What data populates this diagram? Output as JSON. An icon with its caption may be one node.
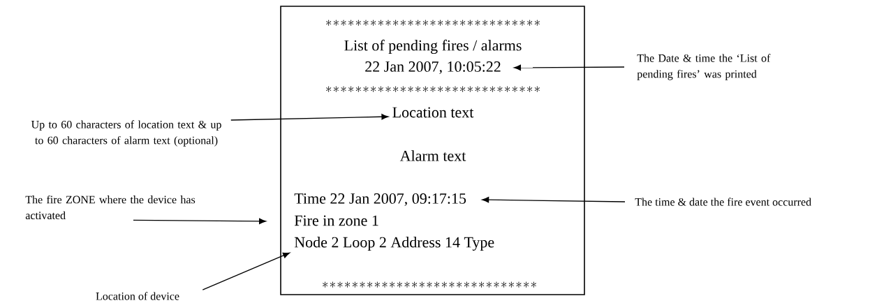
{
  "diagram": {
    "nodes": [
      {
        "text": [],
        "shape": "box"
      },
      {
        "text": [
          "*****************************"
        ],
        "in": 0
      },
      {
        "text": [
          "List of pending fires / alarms"
        ],
        "in": 0
      },
      {
        "text": [
          "22 Jan 2007, 10:05:22"
        ],
        "in": 0
      },
      {
        "text": [
          "*****************************"
        ],
        "in": 0
      },
      {
        "text": [
          "Location text"
        ],
        "in": 0
      },
      {
        "text": [
          "Alarm text"
        ],
        "in": 0
      },
      {
        "text": [
          "Time 22 Jan 2007, 09:17:15"
        ],
        "in": 0
      },
      {
        "text": [
          "Fire in zone 1"
        ],
        "in": 0
      },
      {
        "text": [
          "Node 2 Loop 2  Address 14  Type"
        ],
        "in": 0
      },
      {
        "text": [
          "*****************************"
        ],
        "in": 0
      },
      {
        "text": [
          "The Date & time the ‘List of pending fires’ was printed"
        ]
      },
      {
        "text": [
          "Up to 60 characters of location text & up to 60 characters of alarm text (optional)"
        ]
      },
      {
        "text": [
          "The fire ZONE where the device has activated"
        ]
      },
      {
        "text": [
          "The time & date the fire event occurred"
        ]
      },
      {
        "text": [
          "Location of device"
        ]
      }
    ],
    "edges": [
      {
        "from": 11,
        "to": 3,
        "arrow": "to"
      },
      {
        "from": 12,
        "to": 5,
        "arrow": "to"
      },
      {
        "from": 13,
        "to": 8,
        "arrow": "to"
      },
      {
        "from": 14,
        "to": 7,
        "arrow": "to"
      },
      {
        "from": 15,
        "to": 9,
        "arrow": "to"
      }
    ]
  }
}
